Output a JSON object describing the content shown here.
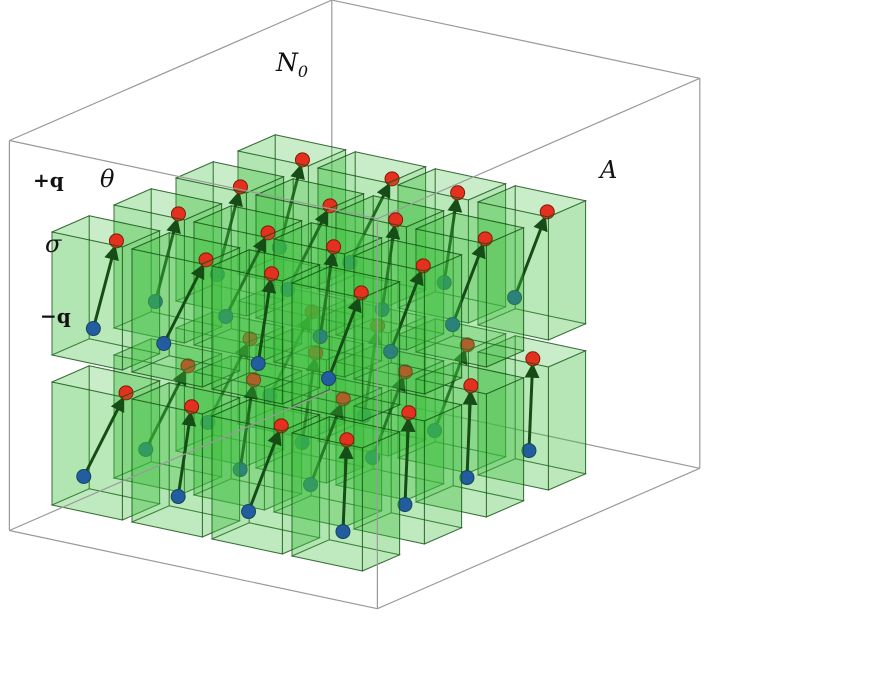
{
  "labels": {
    "n0": "N",
    "n0_sub": "0",
    "a": "A",
    "plus_q": "+q",
    "minus_q": "−q",
    "theta": "θ",
    "sigma": "σ"
  },
  "lattice": {
    "layers": 2,
    "rows": 4,
    "cols": 4,
    "cell_color": "#3fbf3f",
    "cell_edge_color": "#0f4a0f",
    "positive_charge_color": "#ff1a1a",
    "negative_charge_color": "#1a3fbf",
    "dipole_arrow_color": "#0a2a0a"
  }
}
